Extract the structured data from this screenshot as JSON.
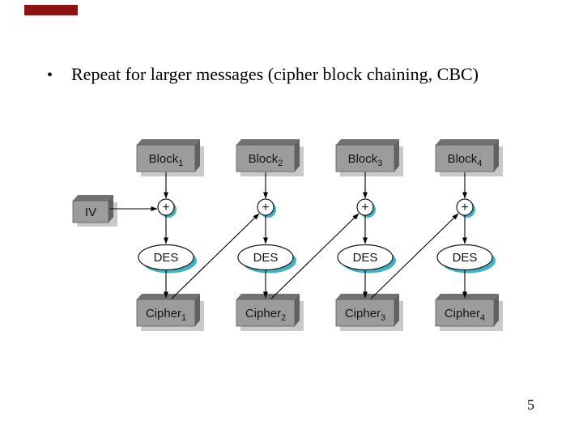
{
  "colors": {
    "accent_bar": "#8e1212",
    "box_front": "#9c9c9c",
    "box_top": "#727272",
    "box_side": "#616161",
    "box_shadow": "#c9c9c9",
    "node_shadow_teal": "#41b2c1",
    "ink": "#141414"
  },
  "slide": {
    "bullet_char": "•",
    "bullet_text": "Repeat for larger messages (cipher block chaining, CBC)",
    "page_number": "5"
  },
  "diagram": {
    "iv_label": "IV",
    "xor_symbol": "+",
    "des_label": "DES",
    "block_word": "Block",
    "cipher_word": "Cipher",
    "columns": [
      {
        "sub": "1"
      },
      {
        "sub": "2"
      },
      {
        "sub": "3"
      },
      {
        "sub": "4"
      }
    ]
  }
}
